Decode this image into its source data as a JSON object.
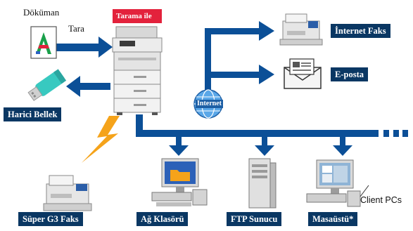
{
  "labels": {
    "document": "Döküman",
    "scan": "Tara",
    "scan_to": "Tarama ile",
    "internet_fax": "İnternet Faks",
    "email": "E-posta",
    "internet": "Internet",
    "usb_memory": "Harici Bellek",
    "super_g3_fax": "Süper G3 Faks",
    "network_folder": "Ağ Klasörü",
    "ftp_server": "FTP Sunucu",
    "desktop": "Masaüstü*",
    "client_pcs": "Client PCs"
  },
  "colors": {
    "network_line": "#0b4f97",
    "label_bg": "#0a3763",
    "accent_red": "#e3223c",
    "lightning": "#f5a31a"
  }
}
